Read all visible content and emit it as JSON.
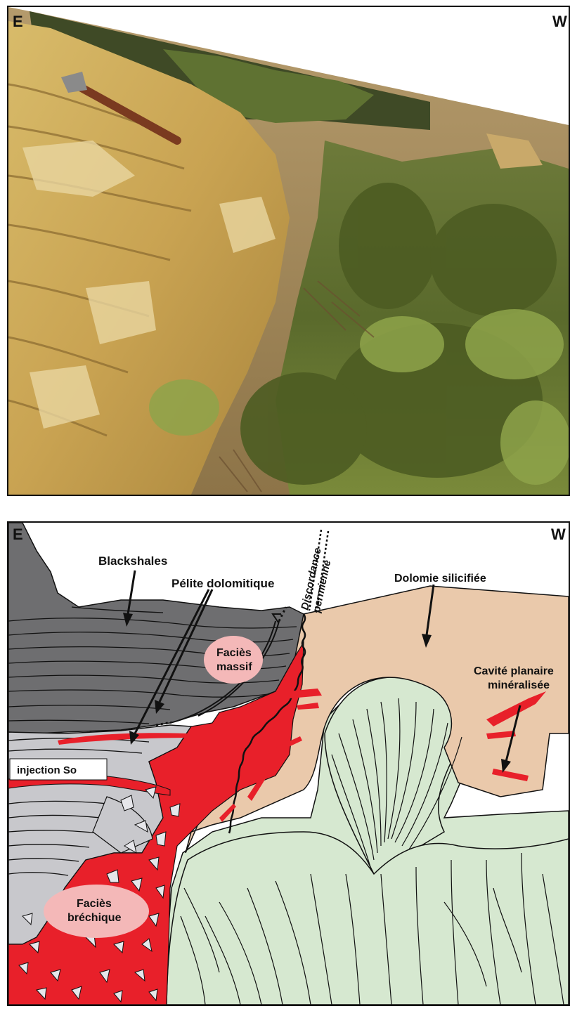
{
  "photo": {
    "corner_left": "E",
    "corner_right": "W"
  },
  "sketch": {
    "corner_left": "E",
    "corner_right": "W",
    "labels": {
      "blackshales": "Blackshales",
      "pelite": "Pélite dolomitique",
      "discordance_1": "Discordance",
      "discordance_2": "permienne",
      "dolomie": "Dolomie silicifiée",
      "cavite_1": "Cavité planaire",
      "cavite_2": "minéralisée",
      "massif_1": "Faciès",
      "massif_2": "massif",
      "injection": "injection So",
      "breche_1": "Faciès",
      "breche_2": "bréchique"
    },
    "colors": {
      "blackshales": "#6e6e70",
      "pelite": "#c8c8cc",
      "mineralisation": "#e8202a",
      "dolomie": "#eac9ab",
      "green_unit": "#d6e8d0",
      "facies_bubble": "#f4b8b8"
    }
  }
}
